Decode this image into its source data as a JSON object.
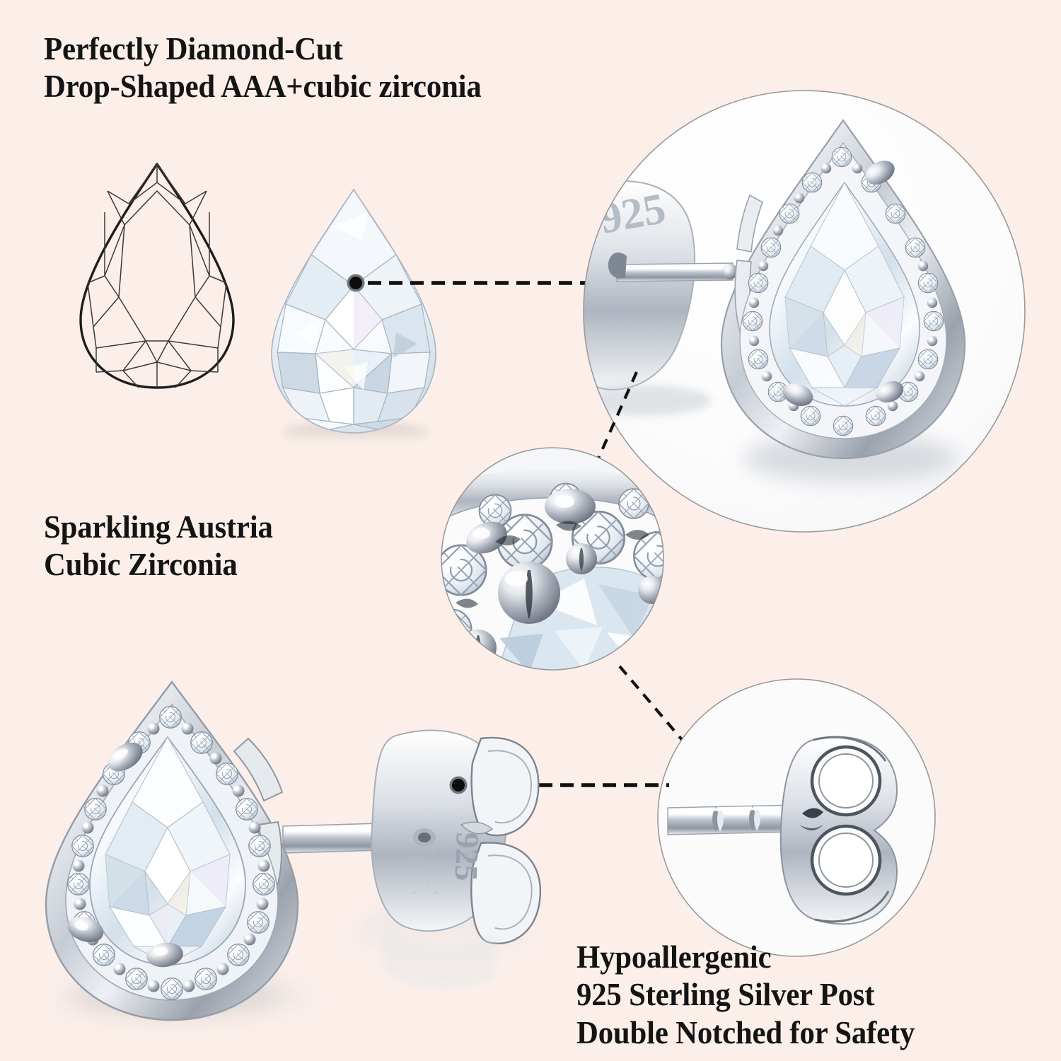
{
  "background_color": "#fcefea",
  "text_color": "#141414",
  "callouts": {
    "headline": {
      "line1": "Perfectly Diamond-Cut",
      "line2": "Drop-Shaped AAA+cubic zirconia"
    },
    "austria": {
      "line1": "Sparkling Austria",
      "line2": "Cubic Zirconia"
    },
    "hypoallergenic": {
      "line1": "Hypoallergenic",
      "line2": "925 Sterling Silver Post",
      "line3": "Double Notched for Safety"
    }
  },
  "stamps": {
    "inset_back_stamp": "925",
    "product_back_stamp": "925"
  },
  "figures": {
    "facet_diagram": "pear-cut-facet-wireframe",
    "loose_gem": "pear-cut-cubic-zirconia",
    "inset_top_right": "halo-stud-earring-closeup",
    "inset_middle": "pave-setting-macro",
    "inset_bottom_right": "notched-post-and-butterfly-back",
    "product_shot": "pear-halo-stud-earring-with-back"
  },
  "connectors": [
    {
      "name": "gem-to-stud",
      "style": "dashed-horizontal"
    },
    {
      "name": "stud-to-pave",
      "style": "dashed-diagonal"
    },
    {
      "name": "pave-to-back",
      "style": "dashed-diagonal"
    },
    {
      "name": "back-to-post",
      "style": "dashed-horizontal"
    }
  ],
  "accent_colors": {
    "dash": "#111111",
    "circle_stroke": "#9a9a9a",
    "silver_light": "#ffffff",
    "silver_mid": "#c9ced6",
    "silver_dark": "#6d7480",
    "gem_tint": "#dfe9f2"
  }
}
